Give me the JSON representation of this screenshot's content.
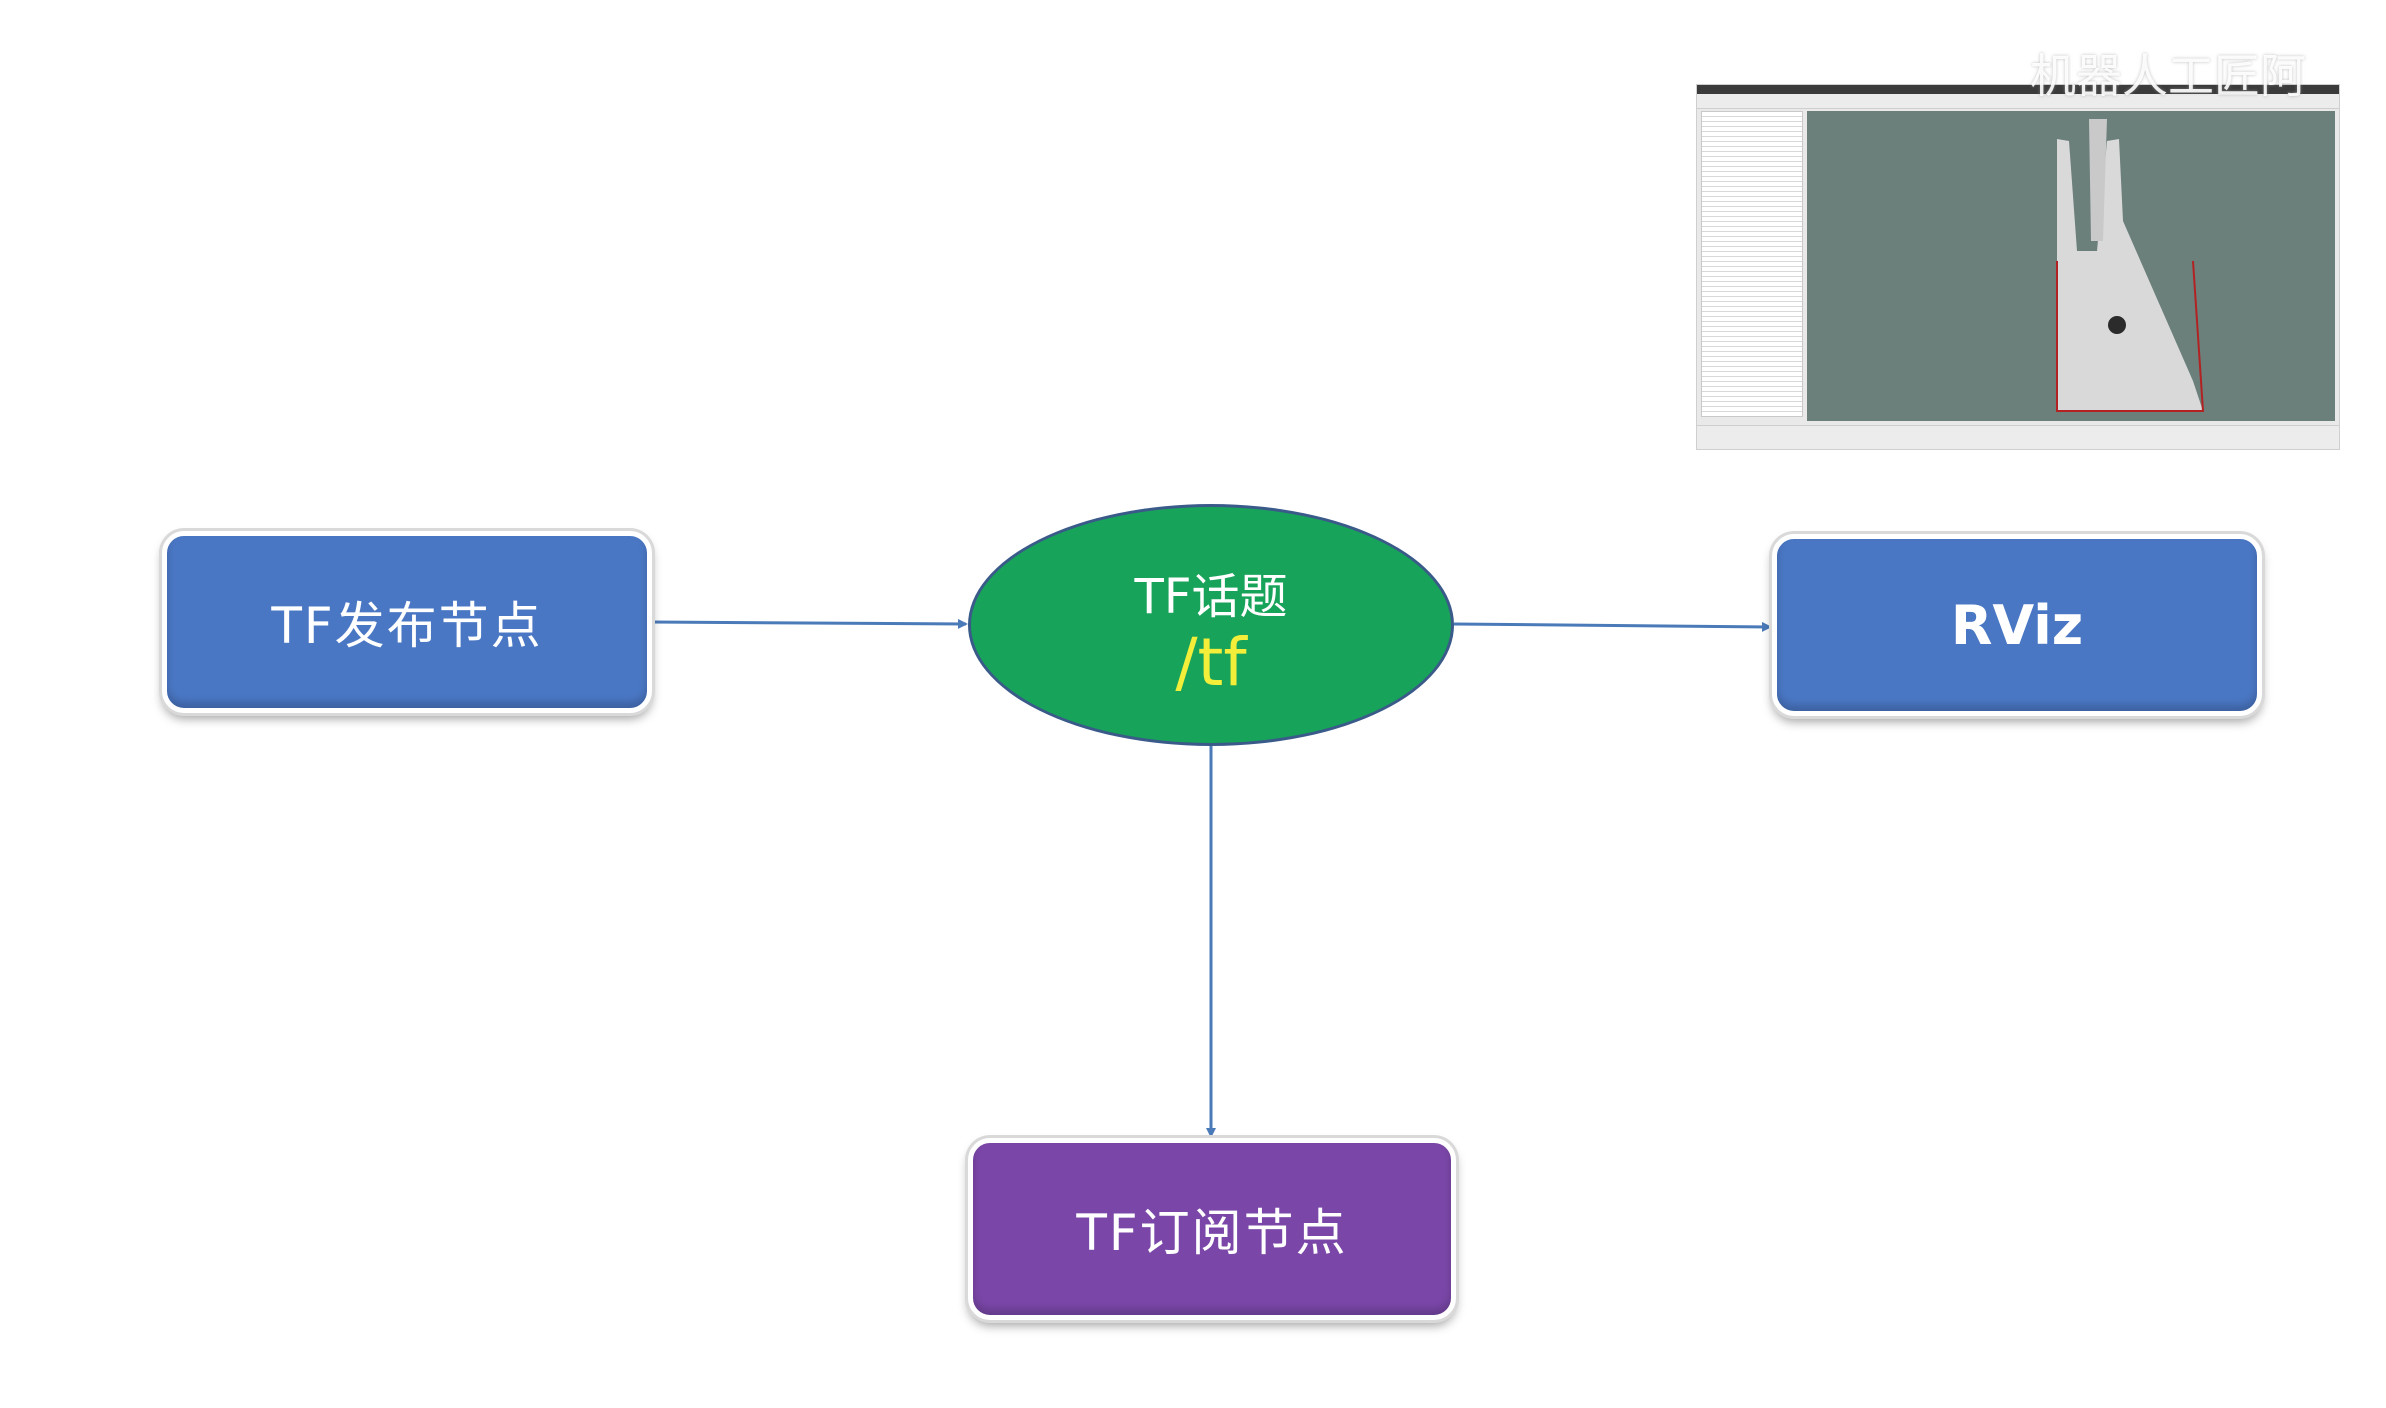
{
  "diagram": {
    "nodes": {
      "publisher": {
        "label": "TF发布节点",
        "color": "#4a77c4"
      },
      "topic": {
        "title": "TF话题",
        "name": "/tf",
        "color": "#18a35a",
        "name_color": "#f2ee3a"
      },
      "rviz": {
        "label": "RViz",
        "color": "#4a77c4"
      },
      "subscriber": {
        "label": "TF订阅节点",
        "color": "#7a47a8"
      }
    },
    "edges": [
      {
        "from": "publisher",
        "to": "topic"
      },
      {
        "from": "topic",
        "to": "rviz"
      },
      {
        "from": "topic",
        "to": "subscriber"
      }
    ],
    "arrow_color": "#4a7ab8"
  },
  "screenshot_thumbnail": {
    "content": "rviz-laser-scan-view"
  },
  "watermark": "机器人工匠阿"
}
